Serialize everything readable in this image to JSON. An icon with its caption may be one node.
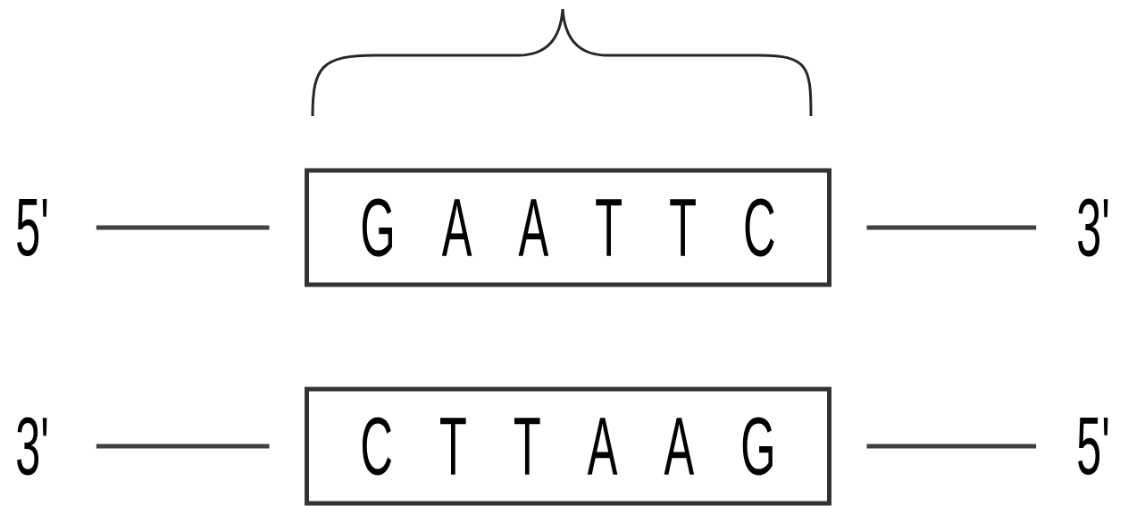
{
  "diagram": {
    "nodes": [
      {
        "text": [
          "5'"
        ]
      },
      {
        "text": [
          "G A A T T C"
        ]
      },
      {
        "text": [
          "3'"
        ]
      },
      {
        "text": [
          "3'"
        ]
      },
      {
        "text": [
          "C T T A A G"
        ]
      },
      {
        "text": [
          "5'"
        ]
      }
    ],
    "edges": [
      {
        "from": 0,
        "to": 1,
        "arrow": "none"
      },
      {
        "from": 1,
        "to": 2,
        "arrow": "none"
      },
      {
        "from": 3,
        "to": 4,
        "arrow": "none"
      },
      {
        "from": 4,
        "to": 5,
        "arrow": "none"
      }
    ]
  }
}
